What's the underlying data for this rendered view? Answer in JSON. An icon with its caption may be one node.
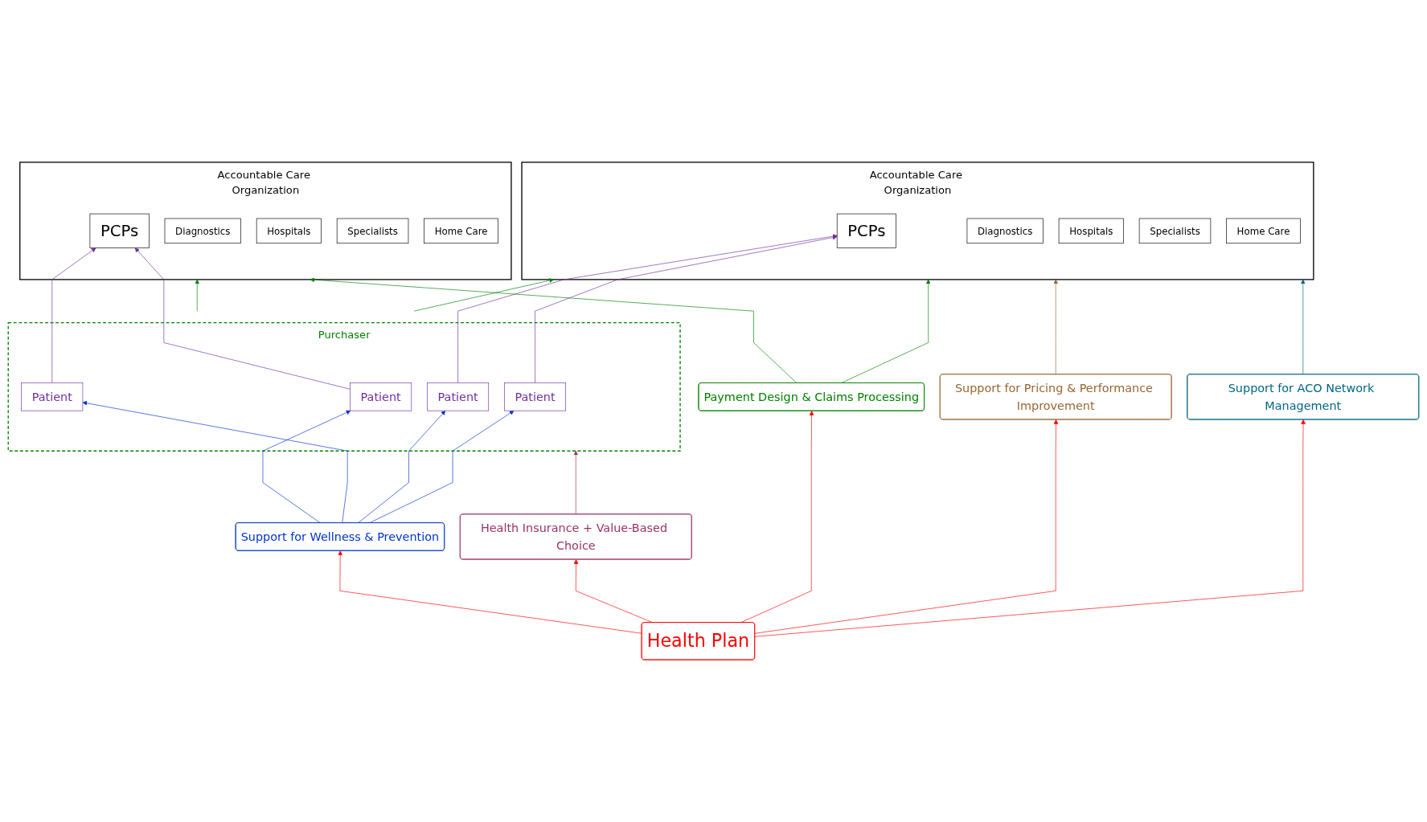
{
  "diagram": {
    "nodes": [
      {
        "text": [
          "Purchaser"
        ]
      },
      {
        "text": [
          "Patient"
        ],
        "in": 0
      },
      {
        "text": [
          "Patient"
        ],
        "in": 0
      },
      {
        "text": [
          "Patient"
        ],
        "in": 0
      },
      {
        "text": [
          "Patient"
        ],
        "in": 0
      },
      {
        "text": [
          "Accountable Care Organization"
        ]
      },
      {
        "text": [
          "PCPs"
        ],
        "in": 5
      },
      {
        "text": [
          "Diagnostics"
        ],
        "in": 5
      },
      {
        "text": [
          "Hospitals"
        ],
        "in": 5
      },
      {
        "text": [
          "Specialists"
        ],
        "in": 5
      },
      {
        "text": [
          "Home Care"
        ],
        "in": 5
      },
      {
        "text": [
          "Accountable Care Organization"
        ]
      },
      {
        "text": [
          "PCPs"
        ],
        "in": 11
      },
      {
        "text": [
          "Diagnostics"
        ],
        "in": 11
      },
      {
        "text": [
          "Hospitals"
        ],
        "in": 11
      },
      {
        "text": [
          "Specialists"
        ],
        "in": 11
      },
      {
        "text": [
          "Home Care"
        ],
        "in": 11
      },
      {
        "text": [
          "Support for Wellness & Prevention"
        ]
      },
      {
        "text": [
          "Health Insurance + Value-Based Choice"
        ]
      },
      {
        "text": [
          "Payment Design & Claims Processing"
        ]
      },
      {
        "text": [
          "Support for Pricing & Performance Improvement"
        ]
      },
      {
        "text": [
          "Support for ACO Network Management"
        ]
      },
      {
        "text": [
          "Health Plan"
        ]
      }
    ],
    "edges": [
      {
        "from": 1,
        "to": 6,
        "arrow": "to",
        "color": "#7030a0"
      },
      {
        "from": 2,
        "to": 6,
        "arrow": "to",
        "color": "#7030a0"
      },
      {
        "from": 3,
        "to": 12,
        "arrow": "to",
        "color": "#7030a0"
      },
      {
        "from": 4,
        "to": 12,
        "arrow": "to",
        "color": "#7030a0"
      },
      {
        "from": 0,
        "to": 5,
        "arrow": "to",
        "color": "#008000"
      },
      {
        "from": 0,
        "to": 11,
        "arrow": "to",
        "color": "#008000"
      },
      {
        "from": 19,
        "to": 5,
        "arrow": "to",
        "color": "#008000"
      },
      {
        "from": 19,
        "to": 11,
        "arrow": "to",
        "color": "#008000"
      },
      {
        "from": 17,
        "to": 1,
        "arrow": "to",
        "color": "#0033cc"
      },
      {
        "from": 17,
        "to": 2,
        "arrow": "to",
        "color": "#0033cc"
      },
      {
        "from": 17,
        "to": 3,
        "arrow": "to",
        "color": "#0033cc"
      },
      {
        "from": 17,
        "to": 4,
        "arrow": "to",
        "color": "#0033cc"
      },
      {
        "from": 18,
        "to": 0,
        "arrow": "to",
        "color": "#993366"
      },
      {
        "from": 20,
        "to": 11,
        "arrow": "to",
        "color": "#996633"
      },
      {
        "from": 21,
        "to": 11,
        "arrow": "to",
        "color": "#006680"
      },
      {
        "from": 22,
        "to": 17,
        "arrow": "to",
        "color": "#ff0000"
      },
      {
        "from": 22,
        "to": 18,
        "arrow": "to",
        "color": "#ff0000"
      },
      {
        "from": 22,
        "to": 19,
        "arrow": "to",
        "color": "#ff0000"
      },
      {
        "from": 22,
        "to": 20,
        "arrow": "to",
        "color": "#ff0000"
      },
      {
        "from": 22,
        "to": 21,
        "arrow": "to",
        "color": "#ff0000"
      }
    ]
  }
}
